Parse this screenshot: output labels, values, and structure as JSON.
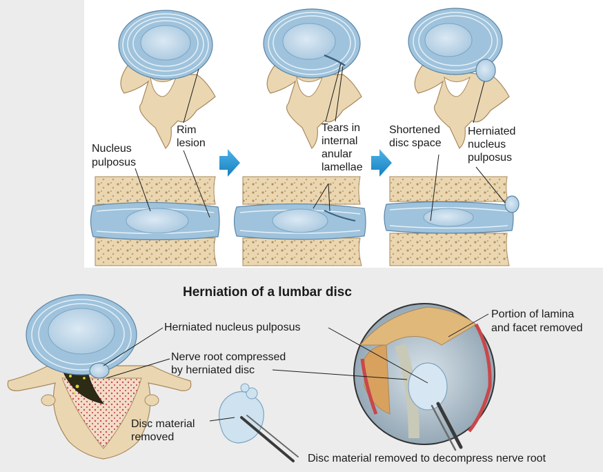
{
  "top_panel": {
    "stage1": {
      "rim_lesion_line1": "Rim",
      "rim_lesion_line2": "lesion",
      "nucleus_line1": "Nucleus",
      "nucleus_line2": "pulposus"
    },
    "stage2": {
      "tears_line1": "Tears in",
      "tears_line2": "internal",
      "tears_line3": "anular",
      "tears_line4": "lamellae"
    },
    "stage3": {
      "shortened_line1": "Shortened",
      "shortened_line2": "disc space",
      "herniated_line1": "Herniated",
      "herniated_line2": "nucleus",
      "herniated_line3": "pulposus"
    }
  },
  "bottom_panel": {
    "title": "Herniation of a lumbar disc",
    "herniated_nucleus": "Herniated nucleus pulposus",
    "nerve_root_line1": "Nerve root compressed",
    "nerve_root_line2": "by herniated disc",
    "disc_removed_line1": "Disc material",
    "disc_removed_line2": "removed",
    "lamina_line1": "Portion of lamina",
    "lamina_line2": "and facet removed",
    "decompress": "Disc material removed to decompress nerve root"
  },
  "colors": {
    "page_bg": "#ececec",
    "panel_bg": "#ffffff",
    "disc_blue": "#9fc3dc",
    "nucleus_blue": "#c8dcec",
    "bone": "#ead7b2",
    "bone_dots": "#b58f5c",
    "arrow": "#1b8fd0",
    "marrow_red": "#c9474a"
  }
}
